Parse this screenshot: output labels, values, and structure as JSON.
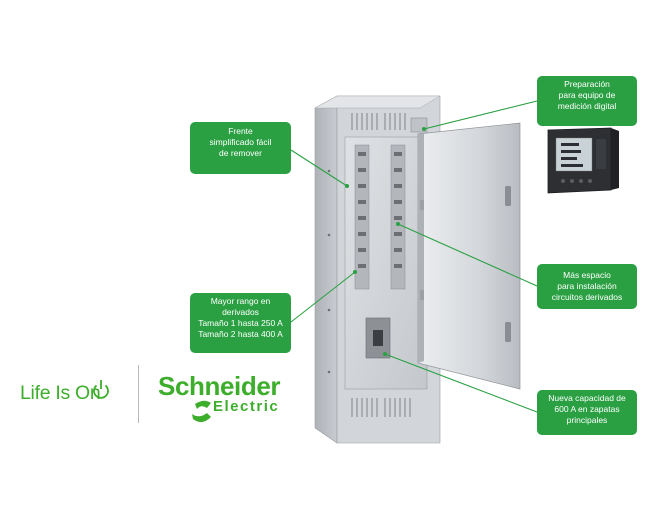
{
  "callouts": {
    "front": [
      "Frente",
      "simplificado fácil",
      "de remover"
    ],
    "meter": [
      "Preparación",
      "para equipo de",
      "medición digital"
    ],
    "space": [
      "Más espacio",
      "para instalación",
      "circuitos derivados"
    ],
    "range": [
      "Mayor rango en",
      "derivados",
      "Tamaño 1 hasta 250 A",
      "Tamaño 2 hasta 400 A"
    ],
    "capacity": [
      "Nueva capacidad de",
      "600 A en zapatas",
      "principales"
    ]
  },
  "brand": {
    "tagline": "Life Is On",
    "name": "Schneider",
    "sub": "Electric"
  },
  "colors": {
    "accent": "#2aa043",
    "brand": "#3dae2b",
    "panel_body": "#c9ccd1",
    "panel_door": "#d6d9dd"
  },
  "icons": {
    "power": "power-icon",
    "logo_mark": "schneider-logo-mark"
  }
}
